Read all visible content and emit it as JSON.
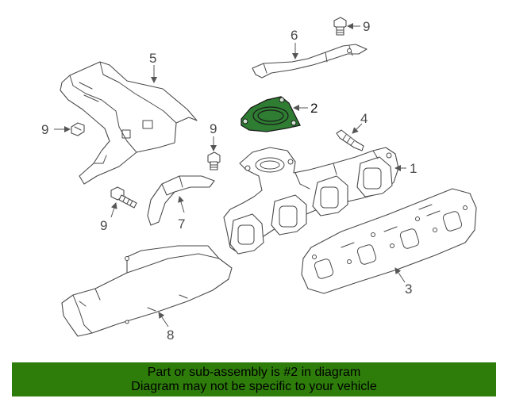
{
  "diagram": {
    "callouts": [
      "1",
      "2",
      "3",
      "4",
      "5",
      "6",
      "7",
      "8",
      "9",
      "9",
      "9",
      "9"
    ],
    "highlight_color": "#2e7d32"
  },
  "banner": {
    "line1": "Part or sub-assembly is #2 in diagram",
    "line2": "Diagram may not be specific to your vehicle",
    "background": "#2e7d0a"
  }
}
